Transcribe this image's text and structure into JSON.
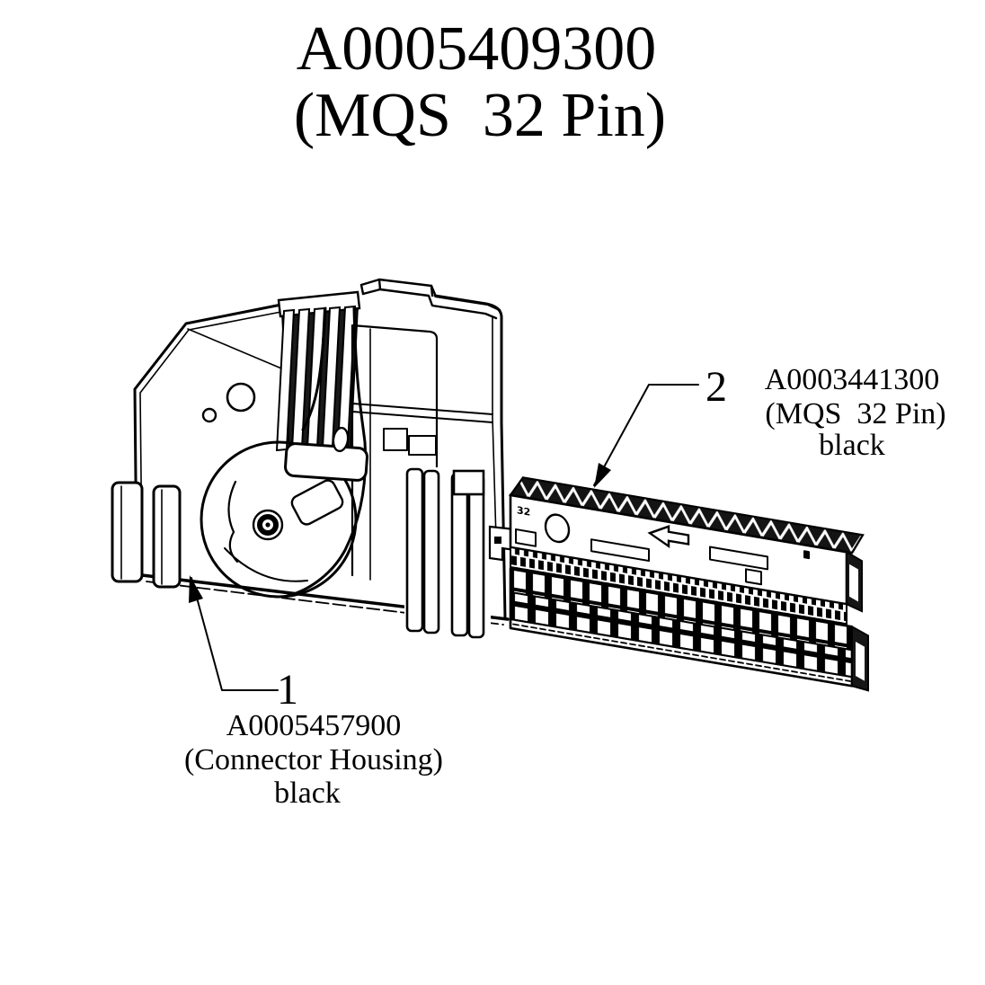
{
  "title": {
    "line1": "A0005409300",
    "line2": "(MQS  32 Pin)"
  },
  "callouts": {
    "item1": {
      "number": "1",
      "part_number": "A0005457900",
      "description": "(Connector Housing)",
      "finish": "black"
    },
    "item2": {
      "number": "2",
      "part_number": "A0003441300",
      "description": "(MQS  32 Pin)",
      "finish": "black"
    }
  },
  "diagram": {
    "pin_count_marking": "32",
    "ink_color": "#000000",
    "paper_color": "#ffffff"
  }
}
